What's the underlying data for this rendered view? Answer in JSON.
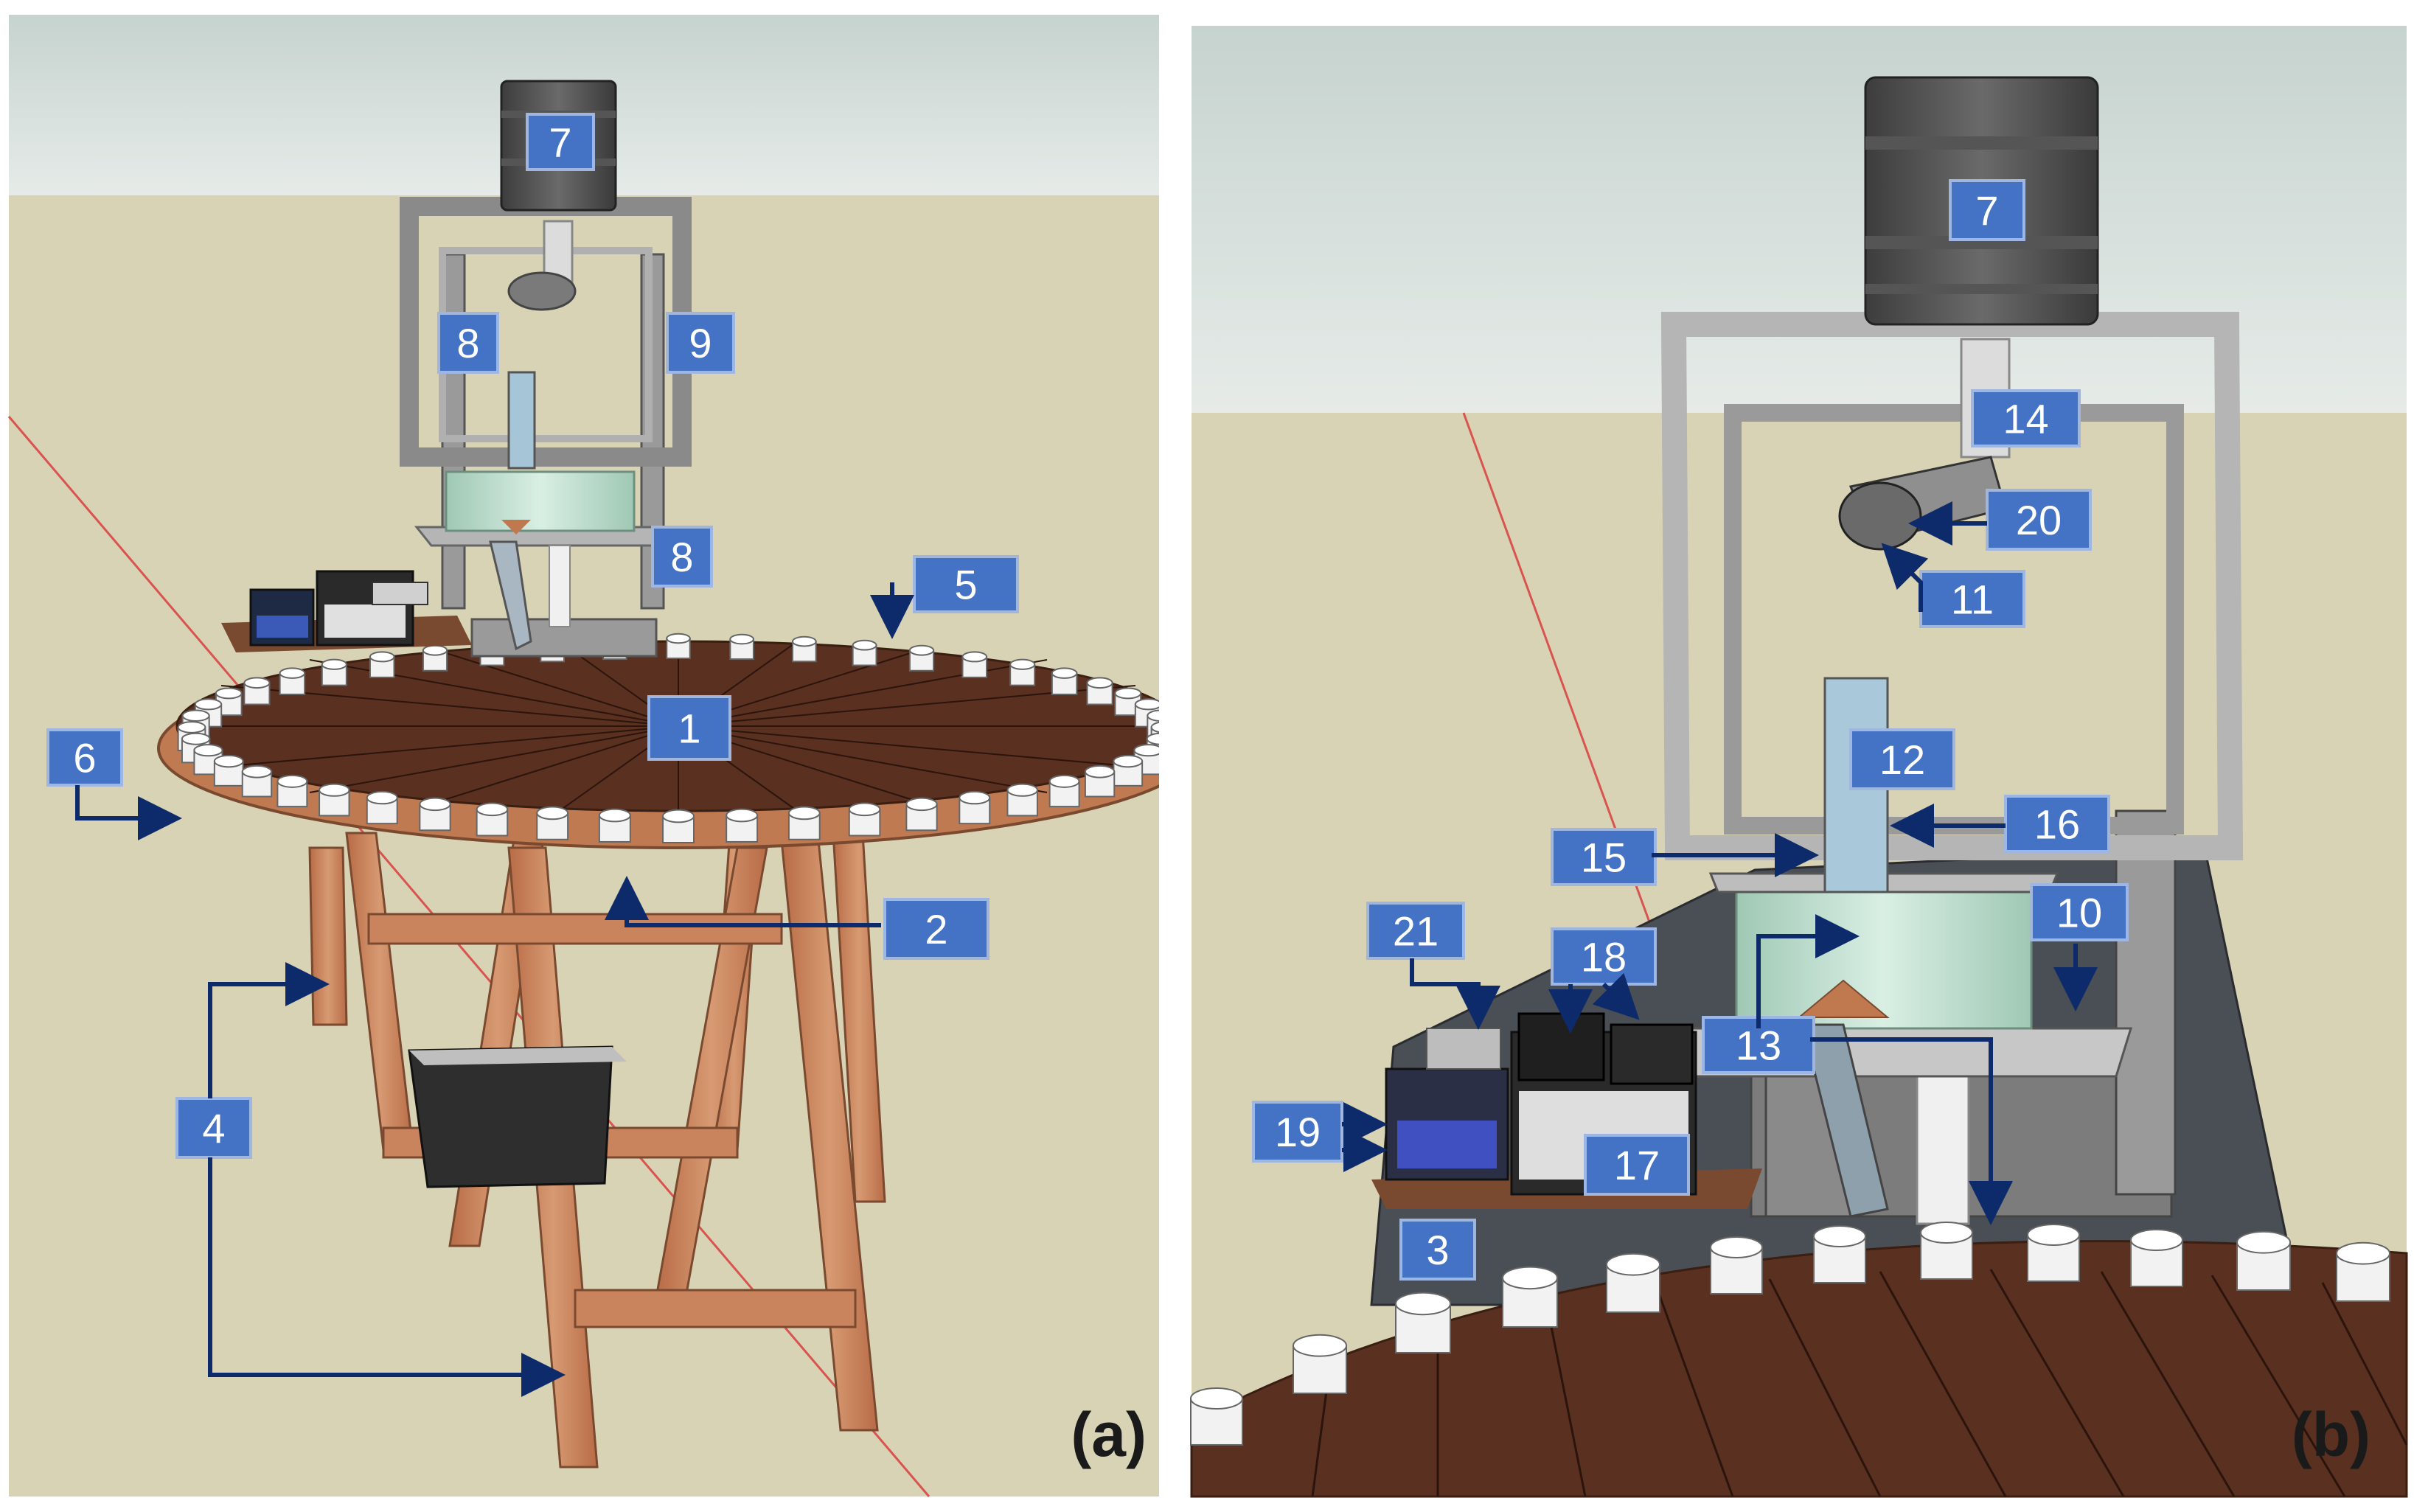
{
  "panels": [
    {
      "id": "a",
      "caption": "(a)"
    },
    {
      "id": "b",
      "caption": "(b)"
    }
  ],
  "labels_a": [
    "1",
    "2",
    "4",
    "5",
    "6",
    "7",
    "8",
    "8",
    "9"
  ],
  "labels_b": [
    "3",
    "7",
    "10",
    "11",
    "12",
    "13",
    "14",
    "15",
    "16",
    "17",
    "18",
    "19",
    "20",
    "21"
  ],
  "colors": {
    "label_fill": "#4472c4",
    "label_border": "#9fb6e0",
    "arrow": "#0d2a6b",
    "sky": "#d3dcd8",
    "ground": "#d8d3b4",
    "wood_dark": "#5a3020",
    "wood_legs": "#c9845e",
    "frame_gray": "#8c8c8c",
    "axis_red": "#d9534f"
  }
}
